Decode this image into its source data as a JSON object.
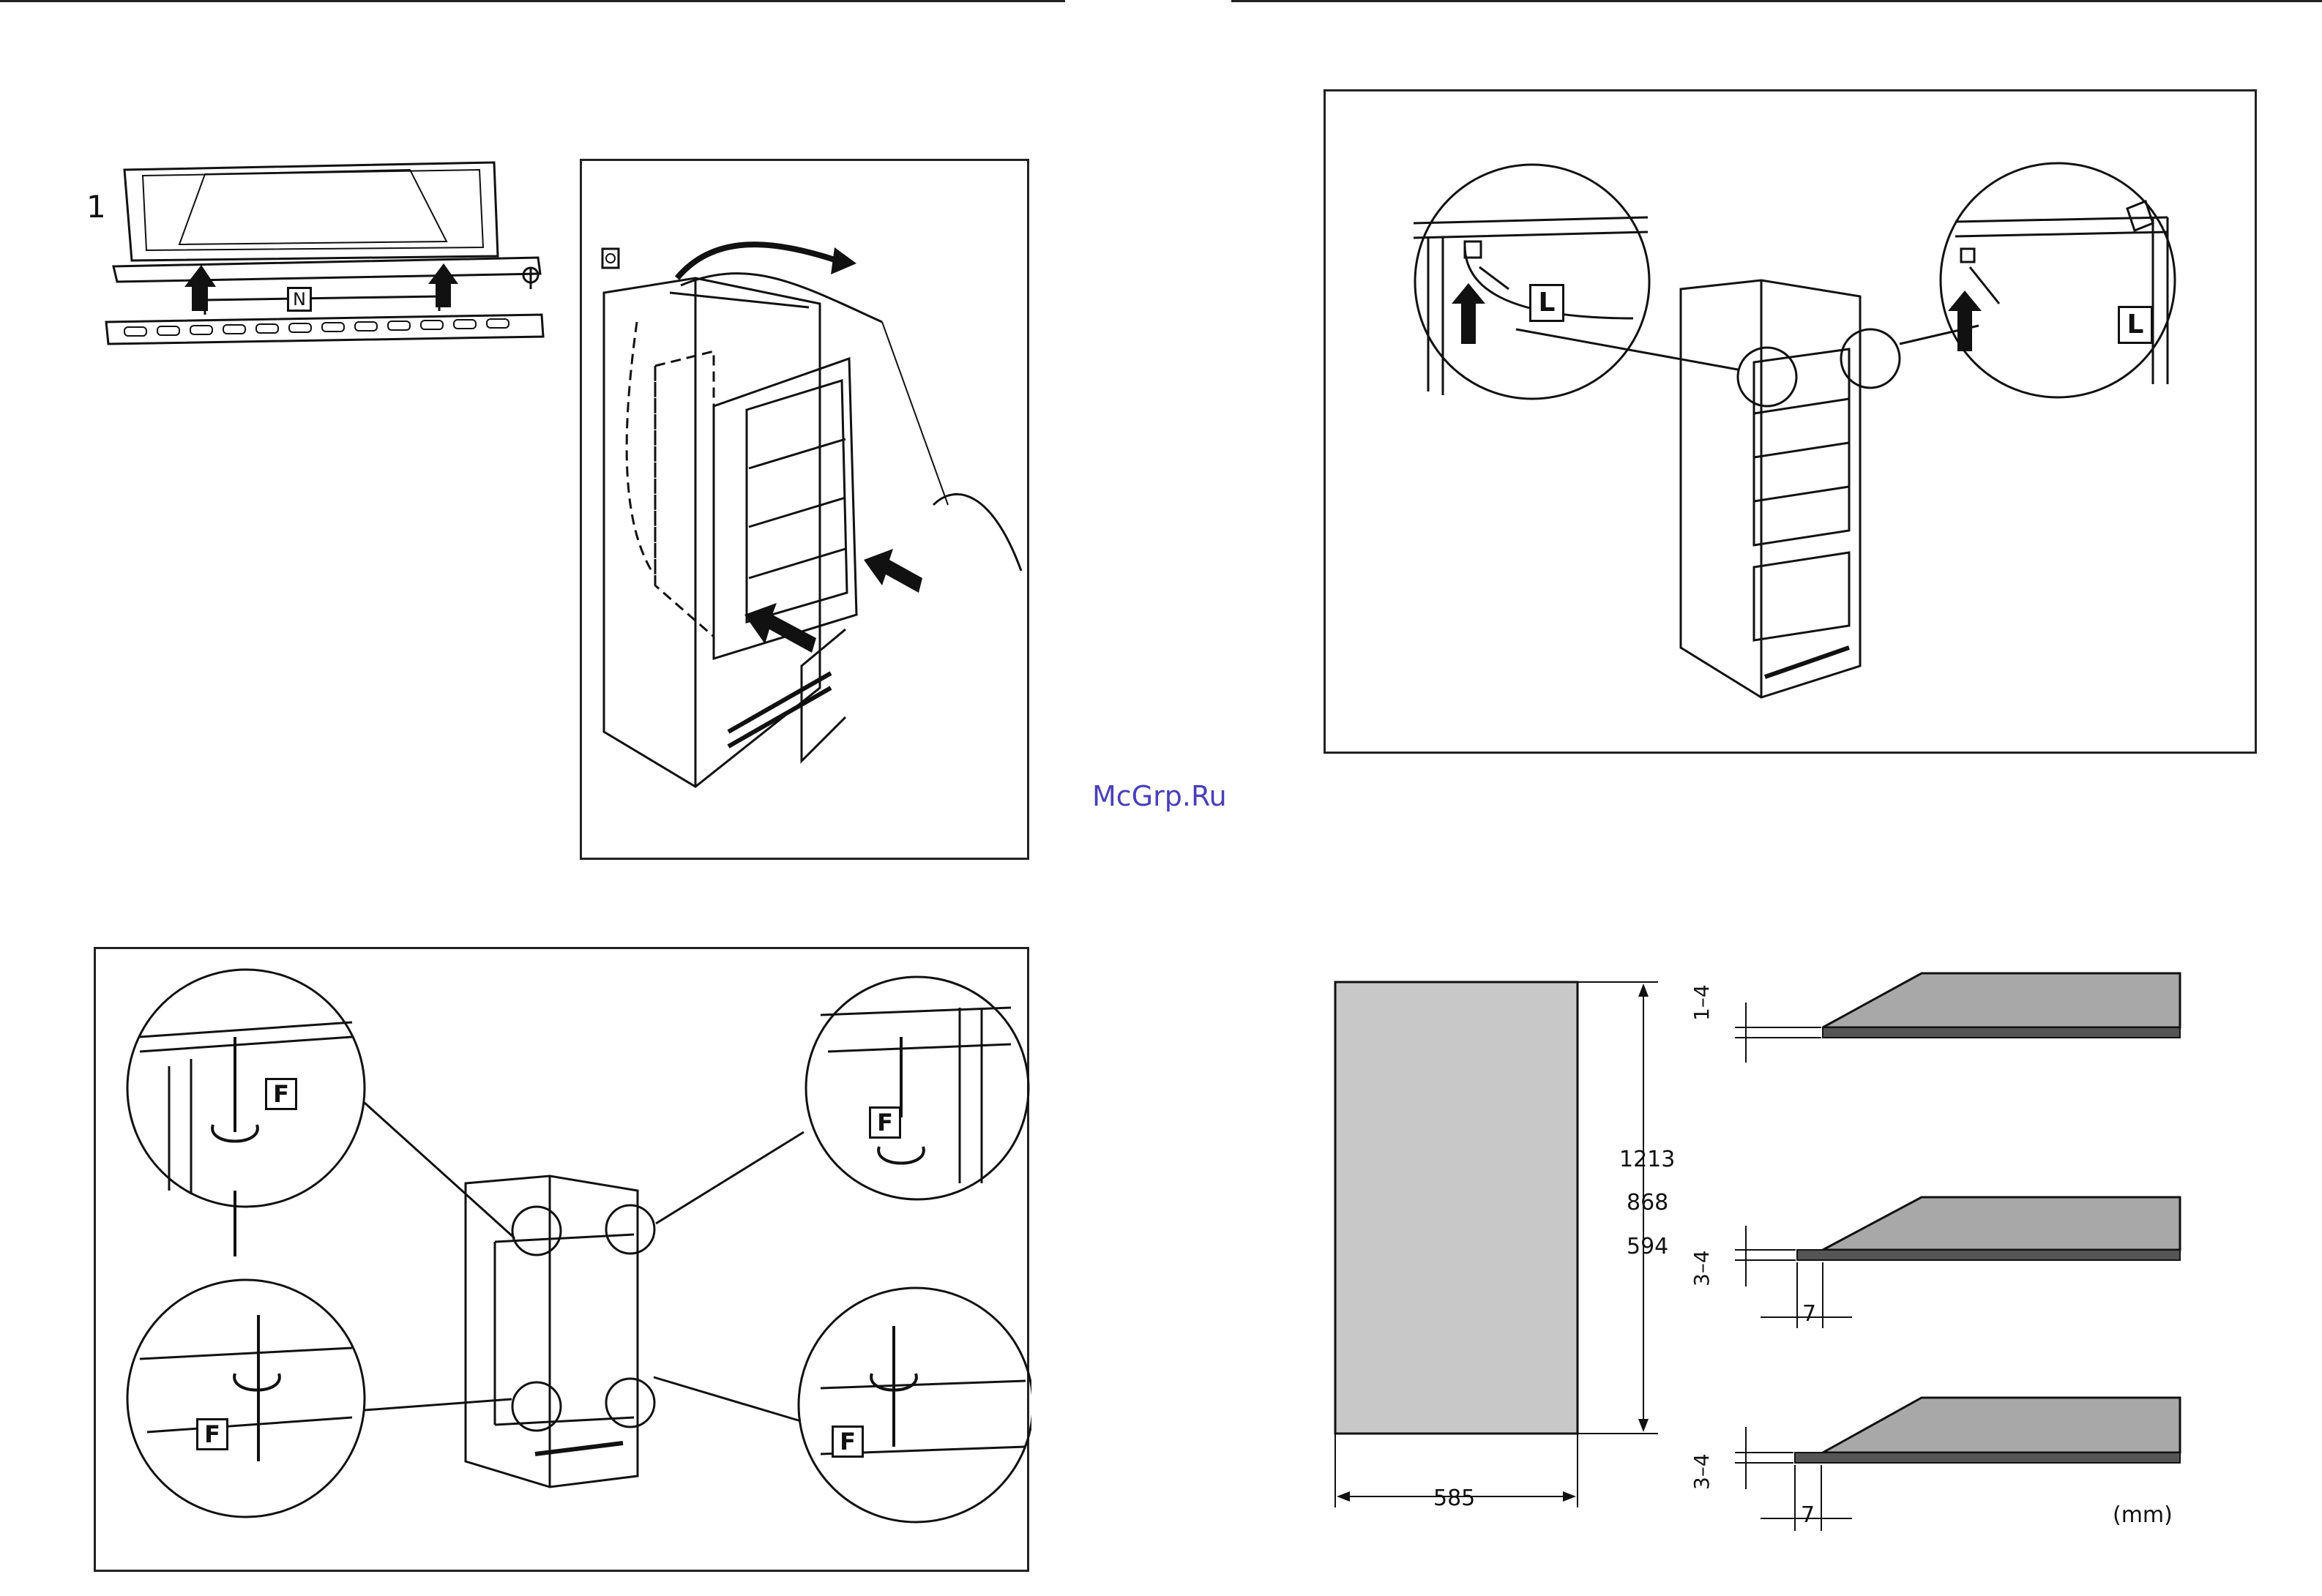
{
  "figure1": {
    "step_number": "1",
    "callout": "N"
  },
  "figure_top_right": {
    "callout_left": "L",
    "callout_right": "L"
  },
  "figure_bottom_left": {
    "callout_tl": "F",
    "callout_tr": "F",
    "callout_bl": "F",
    "callout_br": "F"
  },
  "watermark": "McGrp.Ru",
  "dimensions": {
    "heights": [
      "1213",
      "868",
      "594"
    ],
    "width": "585",
    "gap_1": "1–4",
    "gap_2": "3–4",
    "gap_3": "3–4",
    "offset_2": "7",
    "offset_3": "7",
    "unit": "(mm)"
  }
}
